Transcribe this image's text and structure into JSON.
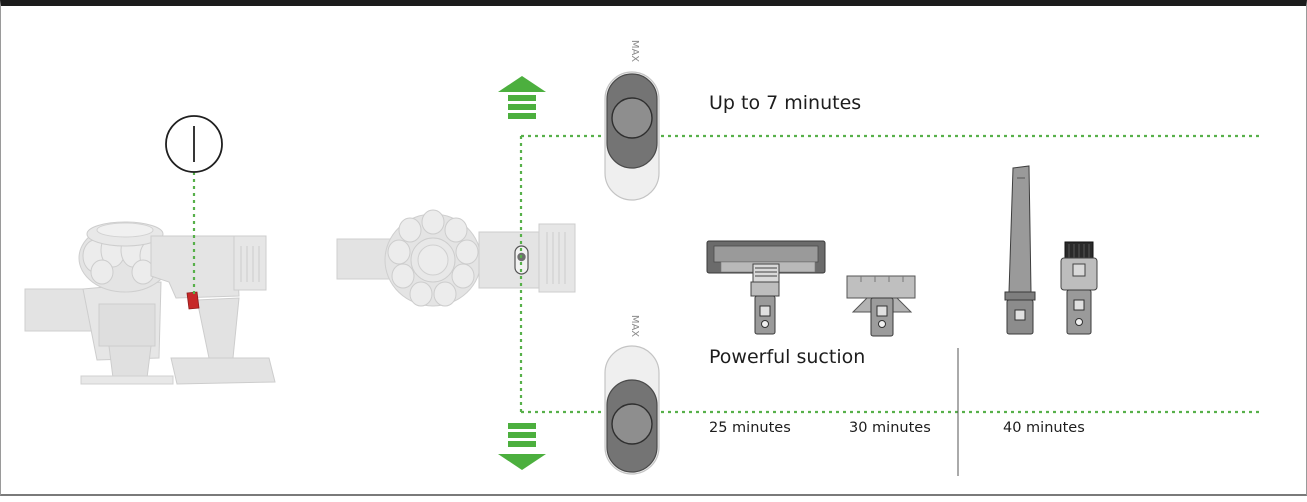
{
  "power_symbol": "|",
  "switch_max_label": "MAX",
  "modes": {
    "standard": {
      "runtime": "Up to 7 minutes"
    },
    "max": {
      "title": "Powerful suction",
      "runtimes": [
        "25 minutes",
        "30 minutes",
        "40 minutes"
      ]
    }
  },
  "colors": {
    "arrow_green": "#4caf3e",
    "dotted_line_green": "#57b04a",
    "trigger_red": "#c62828",
    "switch_dark": "#747474",
    "body_light": "#e2e2e2"
  },
  "icons": [
    "power-icon",
    "arrow-up-icon",
    "arrow-down-icon"
  ]
}
